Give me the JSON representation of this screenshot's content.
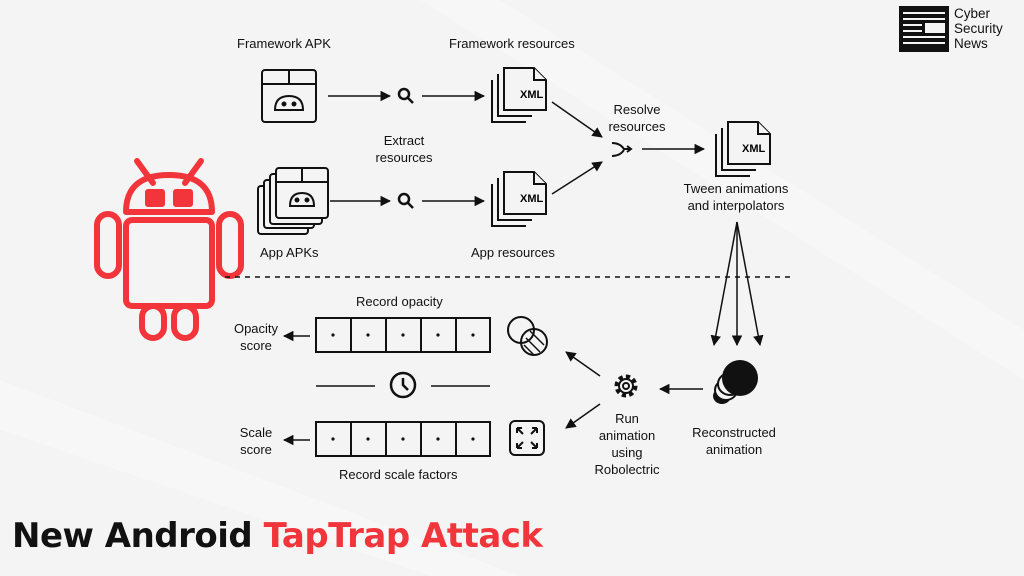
{
  "brand": {
    "line1": "Cyber",
    "line2": "Security",
    "line3": "News"
  },
  "labels": {
    "framework_apk": "Framework APK",
    "framework_resources": "Framework resources",
    "extract_resources_1": "Extract",
    "extract_resources_2": "resources",
    "resolve_resources_1": "Resolve",
    "resolve_resources_2": "resources",
    "tween_1": "Tween animations",
    "tween_2": "and interpolators",
    "app_apks": "App APKs",
    "app_resources": "App resources",
    "record_opacity": "Record opacity",
    "opacity_score_1": "Opacity",
    "opacity_score_2": "score",
    "scale_score_1": "Scale",
    "scale_score_2": "score",
    "record_scale": "Record scale factors",
    "run_1": "Run",
    "run_2": "animation",
    "run_3": "using",
    "run_4": "Robolectric",
    "reconstructed_1": "Reconstructed",
    "reconstructed_2": "animation",
    "xml": "XML"
  },
  "title": {
    "part1": "New Android ",
    "part2": "TapTrap Attack"
  },
  "colors": {
    "accent": "#f2353b",
    "ink": "#111111"
  }
}
